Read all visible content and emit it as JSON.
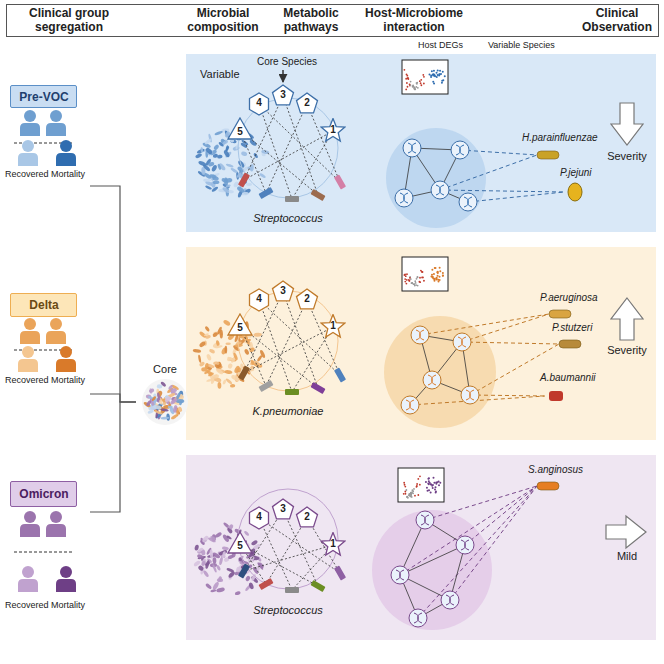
{
  "diagram": {
    "nodes": [
      {
        "text": [
          "Clinical group segregation",
          "Microbial composition",
          "Metabolic pathways",
          "Host-Microbiome interaction",
          "Clinical Observation"
        ]
      },
      {
        "text": [
          "Recovered",
          "Mortality"
        ]
      },
      {
        "text": [
          "Pre-VOC"
        ],
        "in": 1
      },
      {
        "text": [
          "Recovered",
          "Mortality"
        ]
      },
      {
        "text": [
          "Delta"
        ],
        "in": 3
      },
      {
        "text": [
          "Recovered",
          "Mortality"
        ]
      },
      {
        "text": [
          "Omicron"
        ],
        "in": 5
      },
      {
        "text": [
          "Core"
        ]
      },
      {
        "text": [
          "Variable",
          "Core Species",
          "Streptococcus",
          "H.parainfluenzae",
          "P.jejuni",
          "Severity"
        ]
      },
      {
        "text": [
          "4"
        ],
        "in": 8
      },
      {
        "text": [
          "3"
        ],
        "in": 8
      },
      {
        "text": [
          "2"
        ],
        "in": 8
      },
      {
        "text": [
          "5"
        ],
        "in": 8
      },
      {
        "text": [
          "1"
        ],
        "in": 8
      },
      {
        "text": [
          "K.pneumoniae",
          "P.aeruginosa",
          "P.stutzeri",
          "A.baumannii",
          "Severity"
        ]
      },
      {
        "text": [
          "4"
        ],
        "in": 14
      },
      {
        "text": [
          "3"
        ],
        "in": 14
      },
      {
        "text": [
          "2"
        ],
        "in": 14
      },
      {
        "text": [
          "5"
        ],
        "in": 14
      },
      {
        "text": [
          "1"
        ],
        "in": 14
      },
      {
        "text": [
          "Streptococcus",
          "S.anginosus",
          "Mild"
        ]
      },
      {
        "text": [
          "4"
        ],
        "in": 20
      },
      {
        "text": [
          "3"
        ],
        "in": 20
      },
      {
        "text": [
          "2"
        ],
        "in": 20
      },
      {
        "text": [
          "5"
        ],
        "in": 20
      },
      {
        "text": [
          "1"
        ],
        "in": 20
      }
    ],
    "edges": [
      {
        "from": 1,
        "to": 7,
        "arrow": "none"
      },
      {
        "from": 3,
        "to": 7,
        "arrow": "none"
      },
      {
        "from": 5,
        "to": 7,
        "arrow": "none"
      }
    ],
    "labels": [
      "Host DEGs",
      "Variable Species"
    ]
  }
}
